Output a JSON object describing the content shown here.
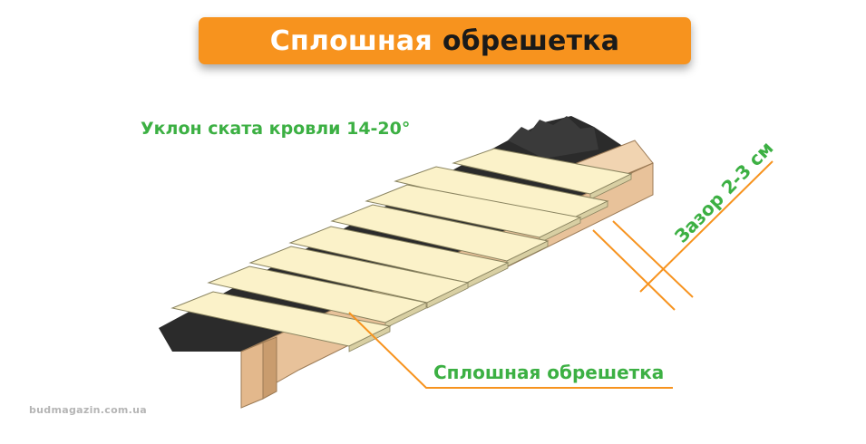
{
  "title": {
    "part1": "Сплошная",
    "part2": "обрешетка"
  },
  "labels": {
    "slope": "Уклон ската кровли 14-20°",
    "gap": "Зазор 2-3 см",
    "solid": "Сплошная обрешетка"
  },
  "watermark": "budmagazin.com.ua",
  "colors": {
    "banner": "#f7931e",
    "label_green": "#3cb043",
    "leader_orange": "#f7931e",
    "board": "#fbf2c9",
    "rafter": "#e8c29a",
    "membrane": "#2b2b2b"
  }
}
